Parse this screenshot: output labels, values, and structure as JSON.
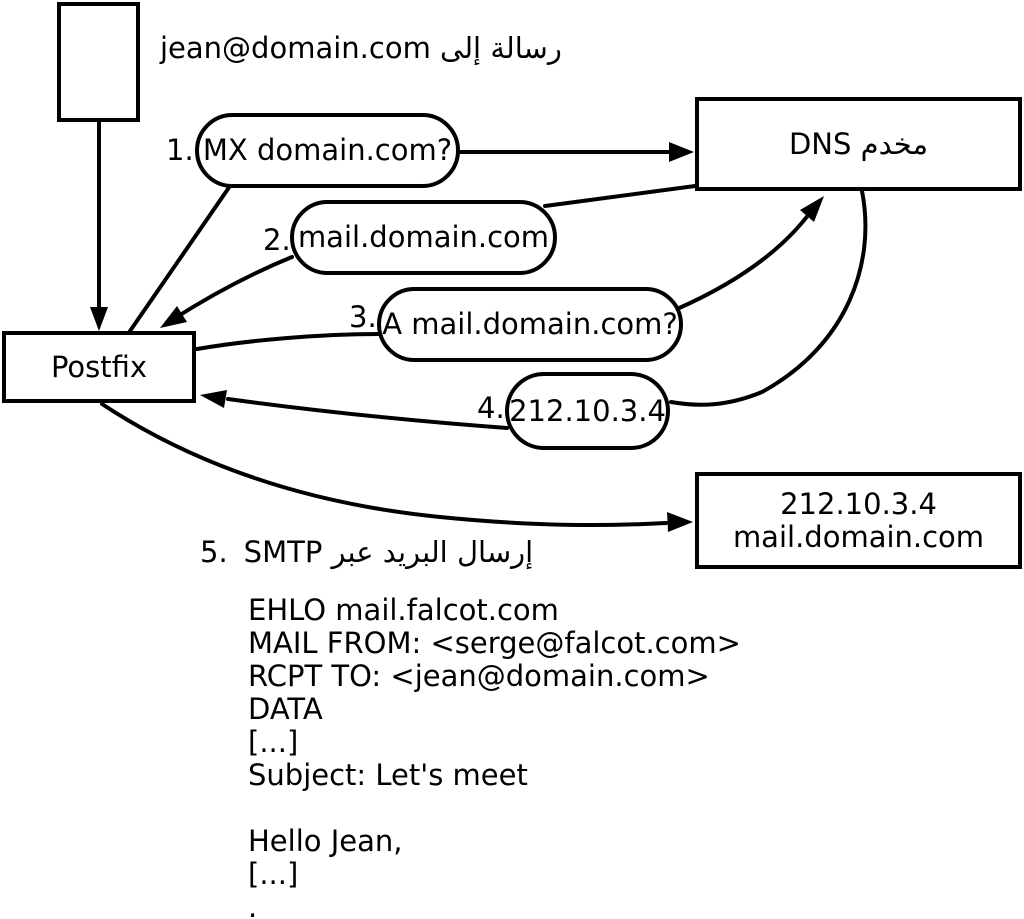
{
  "labels": {
    "message_note": "رسالة إلى jean@domain.com",
    "postfix": "Postfix",
    "dns_server": "مخدم DNS",
    "mail_server_line1": "212.10.3.4",
    "mail_server_line2": "mail.domain.com"
  },
  "steps": [
    {
      "number": "1.",
      "label": "MX domain.com?"
    },
    {
      "number": "2.",
      "label": "mail.domain.com"
    },
    {
      "number": "3.",
      "label": "A mail.domain.com?"
    },
    {
      "number": "4.",
      "label": "212.10.3.4"
    },
    {
      "number": "5.",
      "label": "إرسال البريد عبر SMTP"
    }
  ],
  "smtp_session": {
    "lines": [
      "EHLO mail.falcot.com",
      "MAIL FROM: <serge@falcot.com>",
      "RCPT TO: <jean@domain.com>",
      "DATA",
      "[...]",
      "Subject: Let's meet",
      "",
      "Hello Jean,",
      "[...]",
      "."
    ]
  },
  "colors": {
    "stroke": "#000000",
    "background": "#ffffff"
  }
}
